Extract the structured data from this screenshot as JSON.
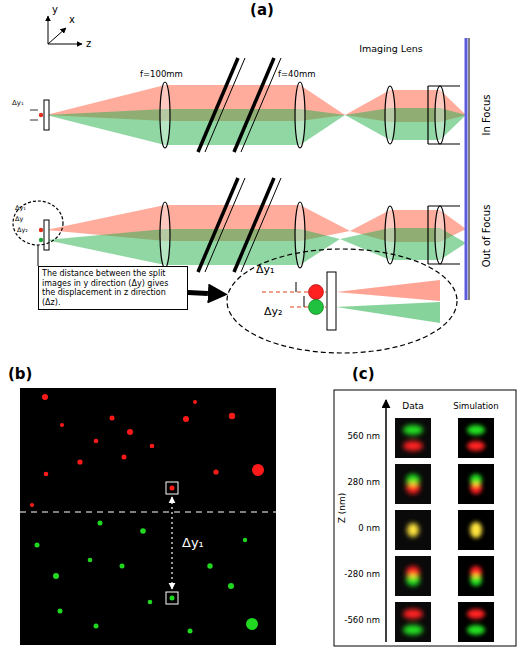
{
  "diagram": {
    "nodes": [
      {
        "text": [
          "Δy₁",
          "Δy",
          "Δy₂"
        ]
      },
      {
        "text": [
          "The distance between the split images in y direction (Δy) gives the displacement in z direction (Δz)."
        ]
      },
      {
        "text": [
          "Δy₁",
          "Δy₂"
        ]
      }
    ],
    "edges": [
      {
        "from": 0,
        "to": 1,
        "arrow": "none"
      },
      {
        "from": 1,
        "to": 2,
        "arrow": "to"
      }
    ],
    "labels": [
      "(a)",
      "y",
      "x",
      "z",
      "Δy₁",
      "f=100mm",
      "f=40mm",
      "Imaging Lens",
      "In Focus",
      "Out of Focus",
      "(b)",
      "Δy₁",
      "(c)",
      "Data",
      "Simulation",
      "Z (nm)",
      "560 nm",
      "280 nm",
      "0 nm",
      "-280 nm",
      "-560 nm"
    ]
  }
}
